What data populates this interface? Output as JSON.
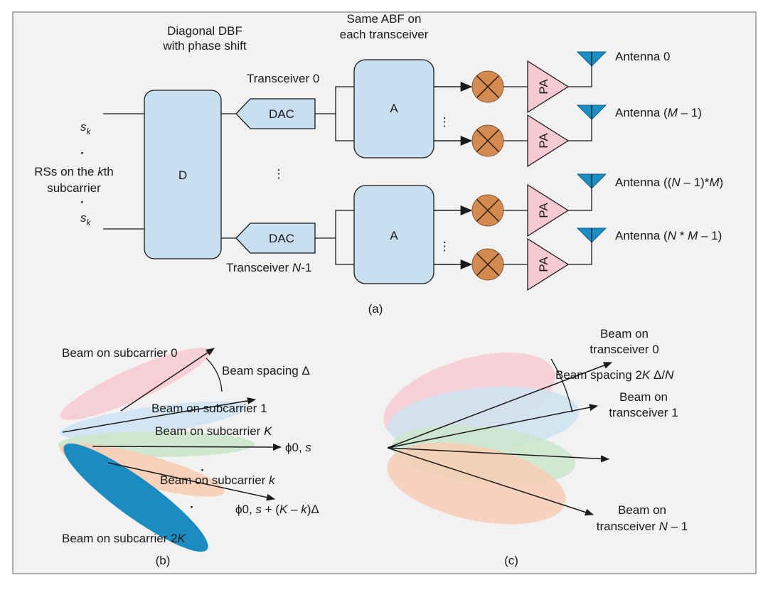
{
  "colors": {
    "background": "#f2f2f2",
    "block_fill": "#c8dff0",
    "mixer_fill": "#d38b4f",
    "pa_fill": "#f7c9d3",
    "antenna_fill": "#1b8fc4",
    "beam_pink": "#f7cbd3",
    "beam_blue": "#cfe3f2",
    "beam_green": "#cbe6cb",
    "beam_orange": "#f8cdb5",
    "beam_dark_blue": "#1a8cbf"
  },
  "icons": {
    "mixer": "circle-cross",
    "amplifier": "triangle",
    "antenna": "triangle-mast"
  },
  "panel_a": {
    "title_dbf": [
      "Diagonal DBF",
      "with phase shift"
    ],
    "title_abf": [
      "Same ABF on",
      "each transceiver"
    ],
    "d_label": "D",
    "a_label": "A",
    "dac_label": "DAC",
    "pa_label": "PA",
    "transceiver_0": "Transceiver 0",
    "transceiver_last": [
      "Transceiver ",
      "N",
      "-1"
    ],
    "input_s": "s",
    "input_sub": "k",
    "rss_line1": [
      "RSs on the ",
      "k",
      "th"
    ],
    "rss_line2": "subcarrier",
    "dot": "·",
    "vdots": "⋮",
    "antenna_0": "Antenna 0",
    "antenna_1": [
      "Antenna (",
      "M",
      " – 1)"
    ],
    "antenna_2": [
      "Antenna ((",
      "N",
      " – 1)*",
      "M",
      ")"
    ],
    "antenna_3": [
      "Antenna (",
      "N",
      " * ",
      "M",
      " – 1)"
    ],
    "caption": "(a)"
  },
  "panel_b": {
    "beam_sub0": "Beam on subcarrier 0",
    "beam_spacing": "Beam spacing Δ",
    "beam_sub1": "Beam on subcarrier 1",
    "beam_subK": [
      "Beam on subcarrier ",
      "K"
    ],
    "phi_label": [
      "ϕ0, ",
      "s"
    ],
    "beam_subk": [
      "Beam on subcarrier ",
      "k"
    ],
    "phi_label2": [
      "ϕ0, ",
      "s",
      " + (",
      "K",
      " – ",
      "k",
      ")Δ"
    ],
    "beam_sub2K": [
      "Beam on subcarrier 2",
      "K"
    ],
    "dot": "·",
    "caption": "(b)"
  },
  "panel_c": {
    "beam_tx0": [
      "Beam on",
      "transceiver 0"
    ],
    "beam_spacing": [
      "Beam spacing 2",
      "K",
      " Δ/",
      "N"
    ],
    "beam_tx1": [
      "Beam on",
      "transceiver 1"
    ],
    "beam_txN": [
      "Beam on",
      "transceiver ",
      "N",
      " – 1"
    ],
    "caption": "(c)"
  }
}
